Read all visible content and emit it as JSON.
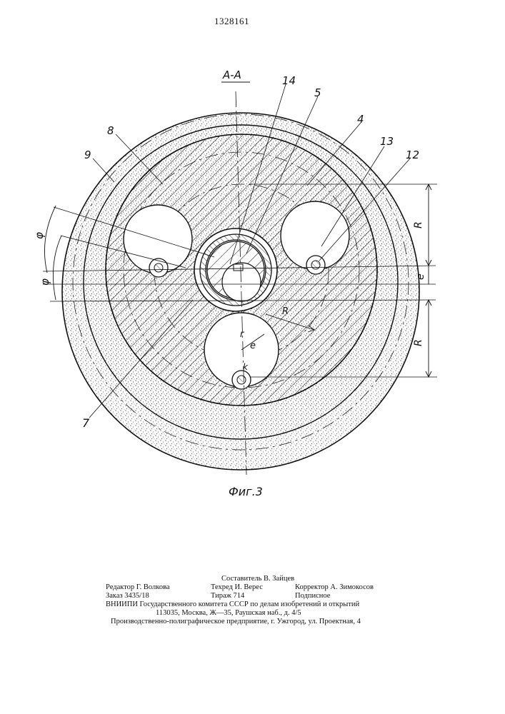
{
  "document": {
    "patent_number": "1328161"
  },
  "figure": {
    "section_label": "A-A",
    "caption": "Фиг.3",
    "callouts": {
      "c14": "14",
      "c5": "5",
      "c4": "4",
      "c13": "13",
      "c12": "12",
      "c8": "8",
      "c9": "9",
      "c7": "7"
    },
    "dimensions": {
      "R_upper": "R",
      "e_right": "e",
      "R_lower": "R",
      "phi_upper": "φ",
      "phi_lower": "φ",
      "R_inner": "R",
      "r_inner": "r",
      "e_inner": "e",
      "k_inner": "k"
    }
  },
  "footer": {
    "compiler": "Составитель В. Зайцев",
    "editor": "Редактор Г. Волкова",
    "tech_editor": "Техред И. Верес",
    "corrector": "Корректор А. Зимокосов",
    "order": "Заказ 3435/18",
    "circulation": "Тираж 714",
    "subscription": "Подписное",
    "org_line": "ВНИИПИ Государственного комитета СССР по делам изобретений и открытий",
    "address_line": "113035, Москва, Ж—35, Раушская наб., д. 4/5",
    "printer_line": "Производственно-полиграфическое предприятие, г. Ужгород, ул. Проектная, 4"
  }
}
